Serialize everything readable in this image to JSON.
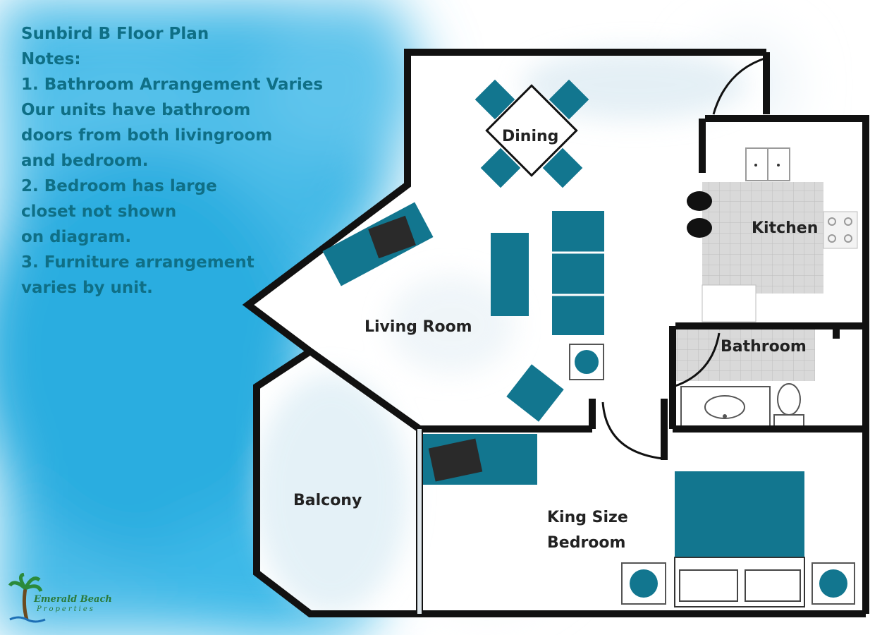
{
  "notes": {
    "title": "Sunbird B Floor Plan",
    "heading": "Notes:",
    "lines": [
      "1. Bathroom Arrangement Varies",
      "Our units have bathroom",
      "doors from both livingroom",
      "and bedroom.",
      "2. Bedroom has large",
      "closet not shown",
      "on diagram.",
      "3.  Furniture arrangement",
      "varies by unit."
    ]
  },
  "rooms": {
    "dining": "Dining",
    "kitchen": "Kitchen",
    "living_room": "Living Room",
    "bathroom": "Bathroom",
    "balcony": "Balcony",
    "bedroom_line1": "King Size",
    "bedroom_line2": "Bedroom"
  },
  "logo": {
    "line1": "Emerald Beach",
    "line2": "Properties"
  },
  "colors": {
    "furniture": "#12768f",
    "wall": "#111111",
    "notes_text": "#0f6f86",
    "accent_bg": "#39b8e6"
  }
}
